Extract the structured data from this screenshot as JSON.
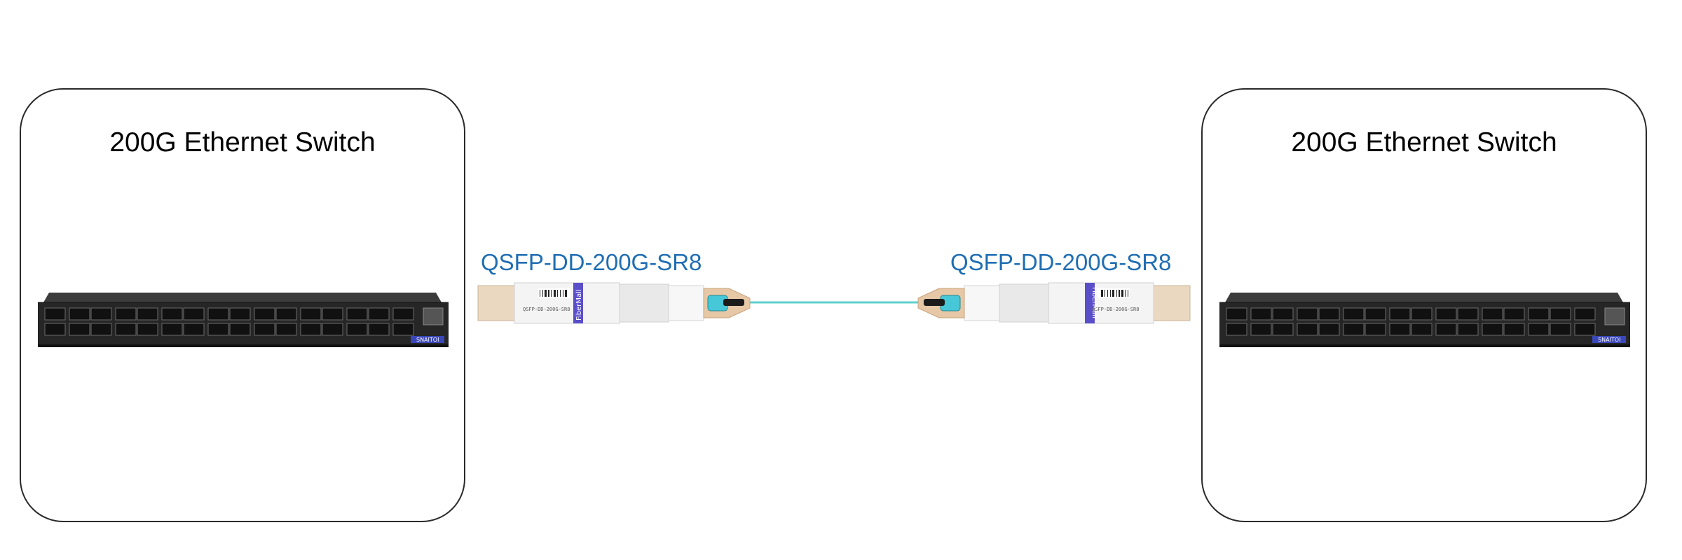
{
  "left_node": {
    "title": "200G Ethernet Switch"
  },
  "right_node": {
    "title": "200G Ethernet Switch"
  },
  "left_module": {
    "label": "QSFP-DD-200G-SR8",
    "brand": "FiberMall",
    "part_no": "QSFP-DD-200G-SR8"
  },
  "right_module": {
    "label": "QSFP-DD-200G-SR8",
    "brand": "FiberMall",
    "part_no": "QSFP-DD-200G-SR8"
  },
  "switch_badge": "SNAITOI",
  "colors": {
    "label_blue": "#1f6eb3",
    "fiber_aqua": "#5fd0cc",
    "switch_body": "#2b2b2b",
    "brand_purple": "#5b4fc9"
  }
}
